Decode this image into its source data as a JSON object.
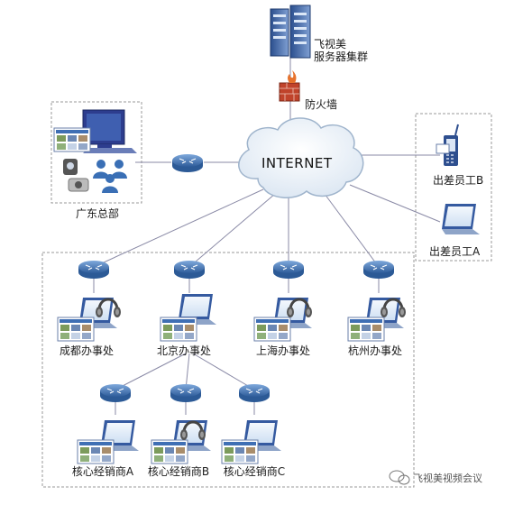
{
  "diagram": {
    "server": {
      "line1": "飞视美",
      "line2": "服务器集群"
    },
    "firewall": "防火墙",
    "internet": "INTERNET",
    "headquarters": "广东总部",
    "remote_employees": [
      "出差员工B",
      "出差员工A"
    ],
    "offices": [
      "成都办事处",
      "北京办事处",
      "上海办事处",
      "杭州办事处"
    ],
    "dealers": [
      "核心经销商A",
      "核心经销商B",
      "核心经销商C"
    ],
    "watermark": "飞视美视频会议"
  },
  "colors": {
    "line": "#8a8aa6",
    "router": "#2f5f9e",
    "router_top": "#5d8fcf",
    "dash_box": "#9a9a9a",
    "cloud": "#e6eef7",
    "cloud_stroke": "#9fb4cc",
    "monitor": "#3f5fa8",
    "screen": "#eaf2fb",
    "firewall": "#c0432b",
    "person": "#3a6fb5"
  }
}
